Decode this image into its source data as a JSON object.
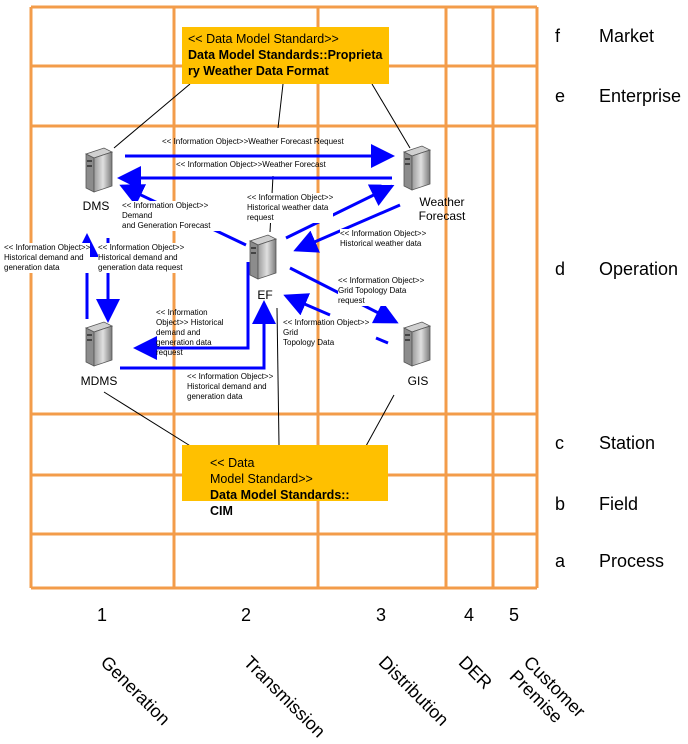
{
  "zones": [
    {
      "letter": "f",
      "name": "Market"
    },
    {
      "letter": "e",
      "name": "Enterprise"
    },
    {
      "letter": "d",
      "name": "Operation"
    },
    {
      "letter": "c",
      "name": "Station"
    },
    {
      "letter": "b",
      "name": "Field"
    },
    {
      "letter": "a",
      "name": "Process"
    }
  ],
  "domains": [
    {
      "number": "1",
      "name": "Generation"
    },
    {
      "number": "2",
      "name": "Transmission"
    },
    {
      "number": "3",
      "name": "Distribution"
    },
    {
      "number": "4",
      "name": "DER"
    },
    {
      "number": "5",
      "name": "Customer\nPremise"
    }
  ],
  "standards": {
    "weather": {
      "stereotype": "<< Data Model Standard>>",
      "name": "Data Model Standards::Proprietary Weather Data Format"
    },
    "cim": {
      "stereotype": "<< Data\nModel Standard>>",
      "name": "Data Model Standards::\nCIM"
    }
  },
  "nodes": {
    "dms": "DMS",
    "weather": "Weather\nForecast",
    "ef": "EF",
    "mdms": "MDMS",
    "gis": "GIS"
  },
  "flows": {
    "wf_request": "<< Information Object>>Weather Forecast Request",
    "wf": "<< Information Object>>Weather Forecast",
    "dms_ef": "<< Information Object>> Demand\nand Generation Forecast",
    "ef_weather_req": "<< Information Object>>\nHistorical weather data\nrequest",
    "weather_hist": "<< Information Object>>\nHistorical weather data",
    "grid_req": "<< Information Object>>\nGrid Topology Data\nrequest",
    "grid_data": "<< Information Object>>\nGrid\nTopology Data",
    "hist_req": "<< Information Object>>\nHistorical demand and\ngeneration data request",
    "hist_left": "<< Information Object>>\nHistorical demand and\ngeneration data",
    "mdms_req": "<< Information\nObject>> Historical\ndemand and\ngeneration data\nrequest",
    "hist_data": "<< Information Object>>\nHistorical demand and\ngeneration data"
  }
}
